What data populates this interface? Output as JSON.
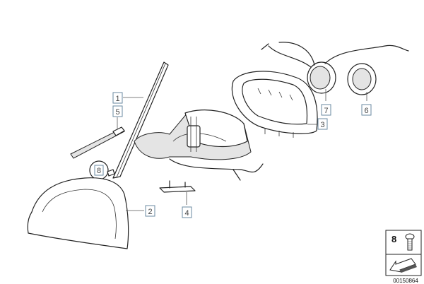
{
  "diagram": {
    "callouts": {
      "mirror_glass": "1",
      "mirror_cap": "2",
      "mirror_frame": "3",
      "bracket": "4",
      "trim_strip": "5",
      "adjuster_motor_small": "6",
      "adjuster_motor": "7",
      "screw": "8"
    },
    "legend_box": {
      "number": "8"
    },
    "image_code": "00150864"
  }
}
